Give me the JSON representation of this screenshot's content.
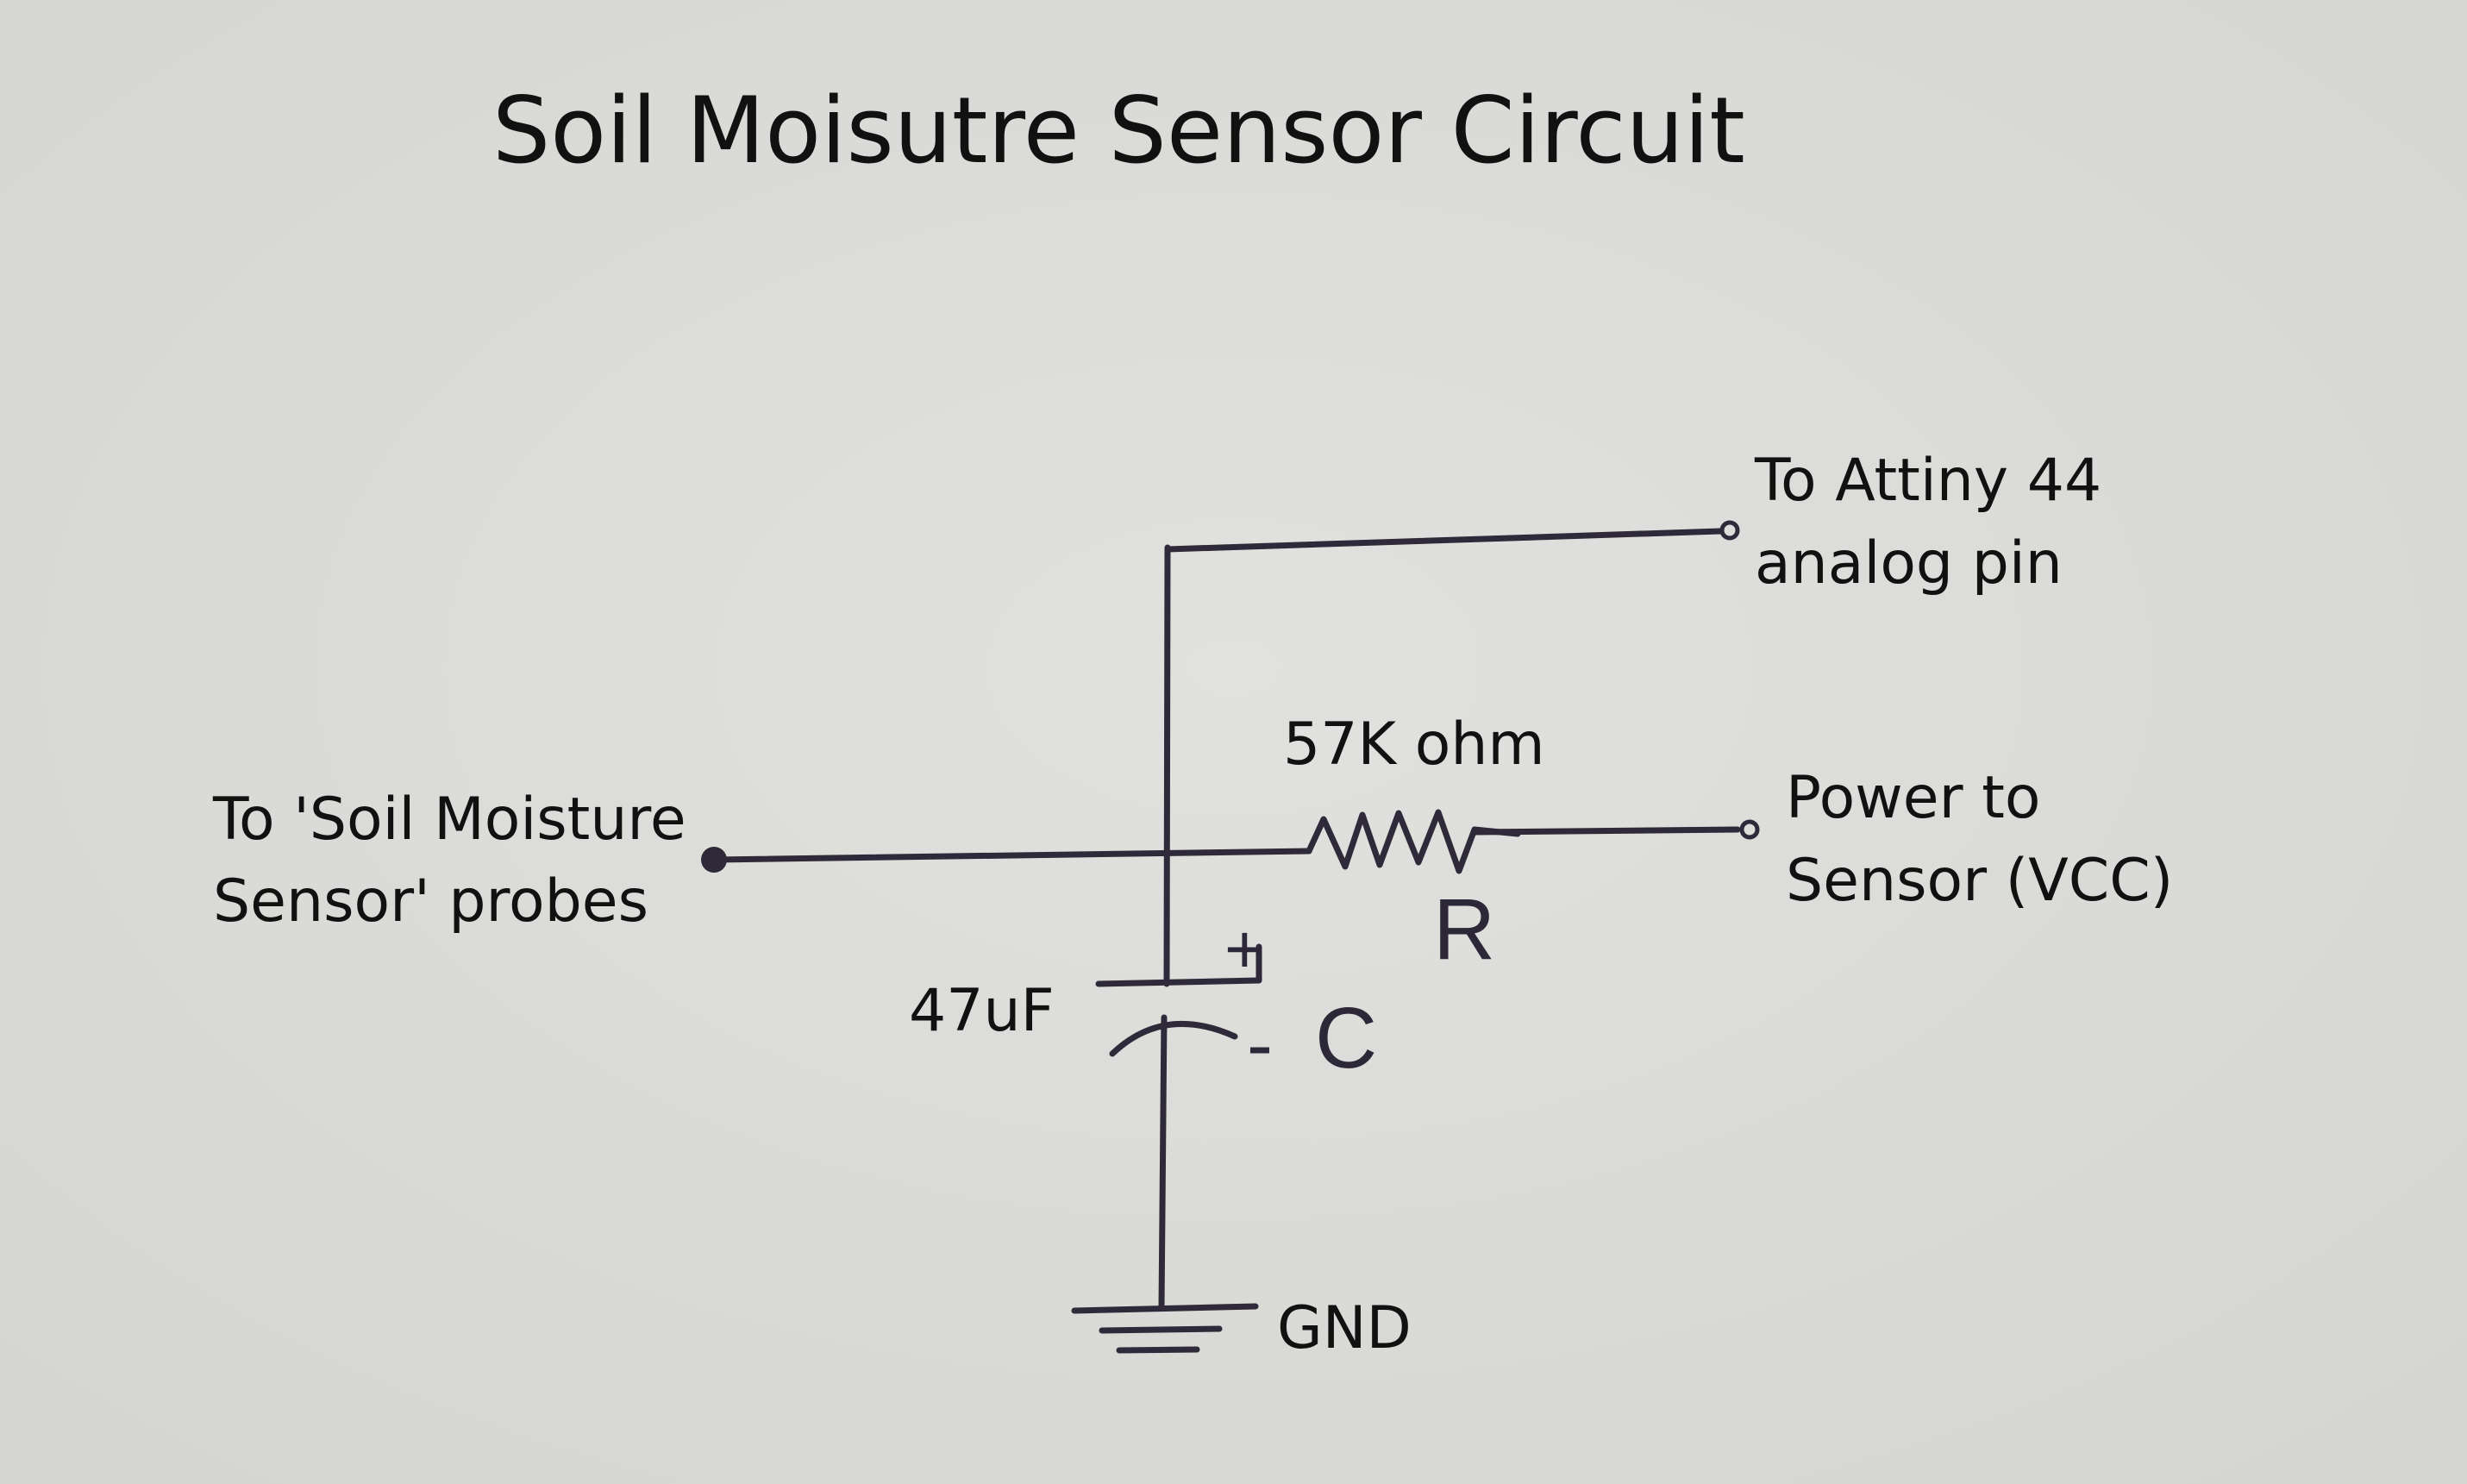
{
  "title": "Soil Moisutre Sensor Circuit",
  "labels": {
    "attiny_line1": "To Attiny 44",
    "attiny_line2": "analog pin",
    "resistor_value": "57K ohm",
    "power_line1": "Power to",
    "power_line2": "Sensor (VCC)",
    "probes_line1": "To 'Soil Moisture",
    "probes_line2": "Sensor' probes",
    "capacitor_value": "47uF",
    "ground": "GND"
  },
  "handwritten": {
    "resistor_symbol": "R",
    "capacitor_symbol": "C",
    "plus": "+",
    "minus": "-"
  },
  "colors": {
    "paper": "#dcdcd9",
    "ink": "#2f2a3a",
    "text": "#111111"
  }
}
